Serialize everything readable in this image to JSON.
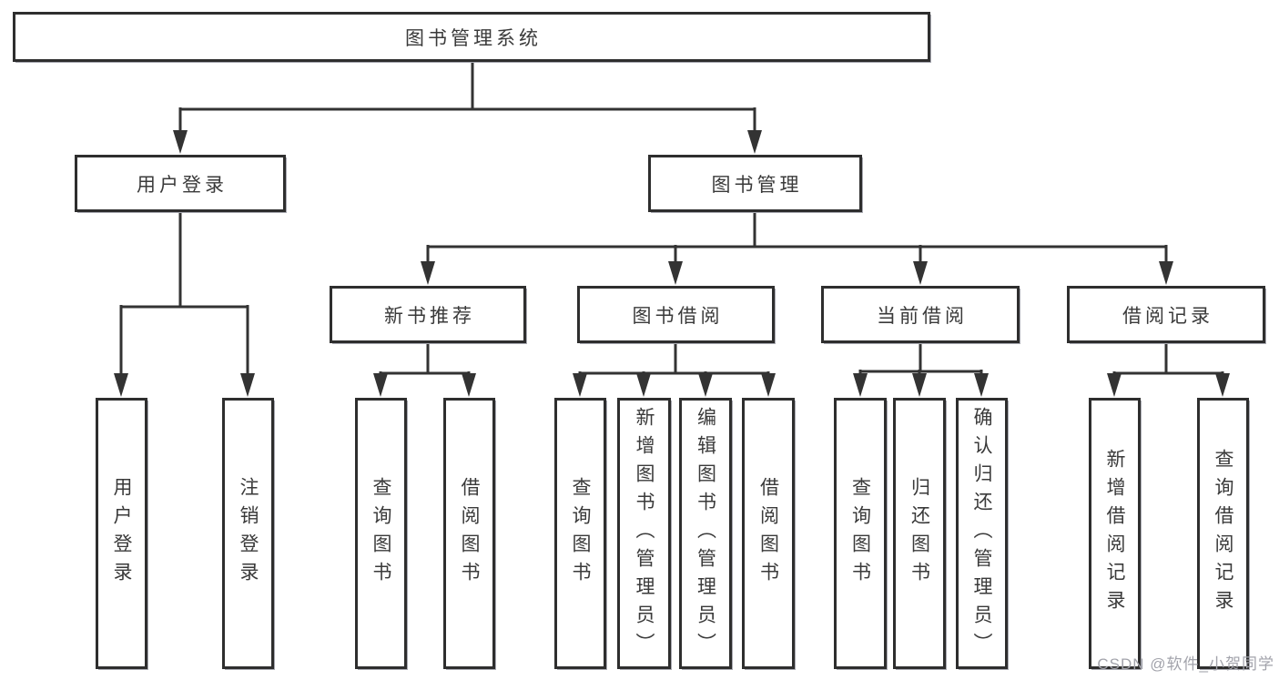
{
  "diagram": {
    "type": "hierarchy-flowchart",
    "title": "图书管理系统",
    "line_color": "#333333",
    "border_color": "#2e2e2e",
    "branches": [
      {
        "label": "用户登录",
        "children": [
          {
            "label": "用户登录"
          },
          {
            "label": "注销登录"
          }
        ]
      },
      {
        "label": "图书管理",
        "children": [
          {
            "label": "新书推荐",
            "children": [
              {
                "label": "查询图书"
              },
              {
                "label": "借阅图书"
              }
            ]
          },
          {
            "label": "图书借阅",
            "children": [
              {
                "label": "查询图书"
              },
              {
                "label": "新增图书（管理员）"
              },
              {
                "label": "编辑图书（管理员）"
              },
              {
                "label": "借阅图书"
              }
            ]
          },
          {
            "label": "当前借阅",
            "children": [
              {
                "label": "查询图书"
              },
              {
                "label": "归还图书"
              },
              {
                "label": "确认归还（管理员）"
              }
            ]
          },
          {
            "label": "借阅记录",
            "children": [
              {
                "label": "新增借阅记录"
              },
              {
                "label": "查询借阅记录"
              }
            ]
          }
        ]
      }
    ]
  },
  "watermark": "CSDN @软件_小贺同学"
}
